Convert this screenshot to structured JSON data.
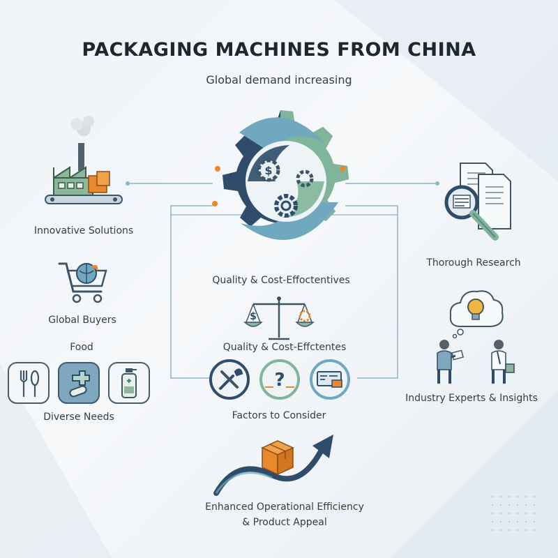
{
  "header": {
    "title": "PACKAGING MACHINES FROM CHINA",
    "subtitle": "Global demand increasing"
  },
  "left": {
    "innovative": "Innovative Solutions",
    "buyers": "Global Buyers",
    "food": "Food",
    "diverse": "Diverse Needs"
  },
  "center": {
    "quality_top": "Quality & Cost-Effoctentives",
    "quality_scale": "Quality & Cost-Effctentes",
    "factors": "Factors to Consider",
    "efficiency_line1": "Enhanced Operational Efficiency",
    "efficiency_line2": "& Product Appeal"
  },
  "right": {
    "research": "Thorough Research",
    "experts": "Industry Experts & Insights"
  },
  "colors": {
    "navy": "#2f4d6a",
    "teal": "#6fa8bf",
    "green": "#7fb59a",
    "orange": "#e8892e",
    "line": "#8fb3c7"
  },
  "icons": [
    "factory-icon",
    "shopping-cart-globe-icon",
    "utensils-icon",
    "medical-icon",
    "bottle-icon",
    "gear-cycle-icon",
    "scale-icon",
    "wrench-icon",
    "question-icon",
    "dashboard-icon",
    "growth-arrow-icon",
    "package-icon",
    "document-magnifier-icon",
    "lightbulb-cloud-icon",
    "experts-icon"
  ]
}
